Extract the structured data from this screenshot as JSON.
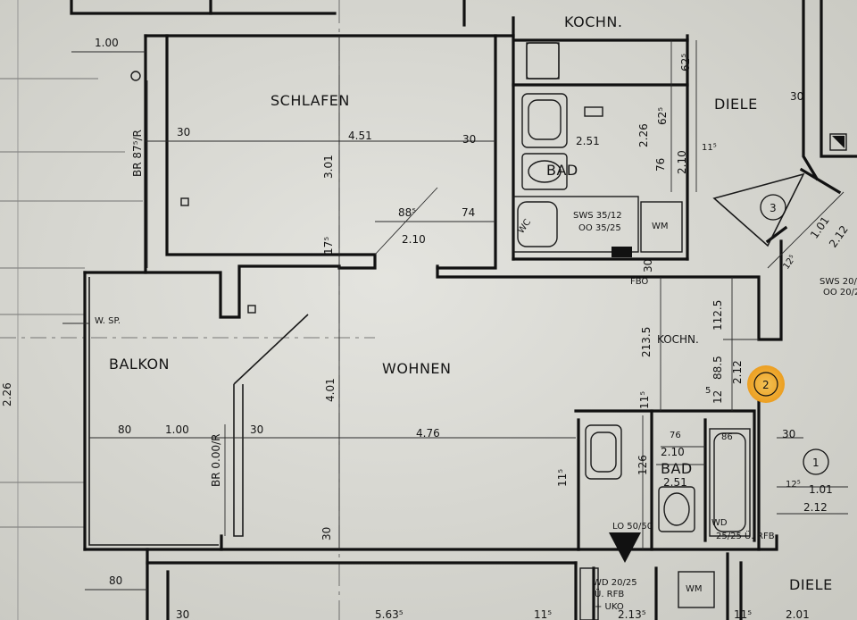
{
  "rooms": {
    "schlafen": "SCHLAFEN",
    "wohnen": "WOHNEN",
    "balkon": "BALKON",
    "kochn_top": "KOCHN.",
    "kochn_mid": "KOCHN.",
    "diele_top": "DIELE",
    "diele_bottom": "DIELE",
    "bad_top": "BAD",
    "bad_bottom": "BAD"
  },
  "dimensions": {
    "d_1_00_top": "1.00",
    "d_br_875": "BR 87⁵/R",
    "d_30_a": "30",
    "d_4_51": "4.51",
    "d_30_b": "30",
    "d_3_01": "3.01",
    "d_88_5": "88⁵",
    "d_74": "74",
    "d_2_10_a": "2.10",
    "d_17_5": "17⁵",
    "d_2_51_top": "2.51",
    "d_2_26_r": "2.26",
    "d_62_5_a": "62⁵",
    "d_62_5_b": "62⁵",
    "d_2_10_b": "2.10",
    "d_11_5_r": "11⁵",
    "d_76_a": "76",
    "d_30_right": "30",
    "d_30_c": "30",
    "d_213_5": "213.5",
    "d_112_5": "112.5",
    "d_88_5_b": "88.5",
    "d_2_12_a": "2.12",
    "d_12": "12",
    "d_5": "5",
    "d_11_5_m": "11⁵",
    "d_4_01": "4.01",
    "d_80_a": "80",
    "d_1_00_b": "1.00",
    "d_br_000": "BR 0.00/R",
    "d_30_d": "30",
    "d_4_76": "4.76",
    "d_76_b": "76",
    "d_2_10_c": "2.10",
    "d_86": "86",
    "d_126": "126",
    "d_2_51_b": "2.51",
    "d_11_5_l": "11⁵",
    "d_30_e": "30",
    "d_30_f": "30",
    "d_12_5": "12⁵",
    "d_1_01_a": "1.01",
    "d_2_12_b": "2.12",
    "d_1_01_b": "1.01",
    "d_2_12_c": "2.12",
    "d_12_5_b": "12⁵",
    "d_2_26_left": "2.26",
    "d_80_b": "80",
    "d_30_g": "30",
    "d_5_63_5": "5.63⁵",
    "d_11_5_b": "11⁵",
    "d_2_13_5": "2.13⁵",
    "d_11_5_c": "11⁵",
    "d_2_01": "2.01",
    "d_sws_top": "SWS 20/",
    "d_oo_top": "OO 20/2"
  },
  "annotations": {
    "sws_35": "SWS 35/12",
    "oo_35": "OO 35/25",
    "wm_top": "WM",
    "fbo": "FBO",
    "w_sp": "W. SP.",
    "lo_50": "LO 50/50",
    "wd_20": "WD 20/25",
    "u_rfb": "Ü. RFB",
    "uko": "+ UKO",
    "wm_bottom": "WM",
    "wd_25": "WD",
    "wd_25b": "25/25 Ü.",
    "rfb": "RFB",
    "wc_mark": "WC"
  },
  "markers": {
    "m1": "1",
    "m2": "2",
    "m3": "3"
  },
  "colors": {
    "paper": "#dcdcd6",
    "ink": "#111111",
    "highlight": "#f0a21a"
  }
}
